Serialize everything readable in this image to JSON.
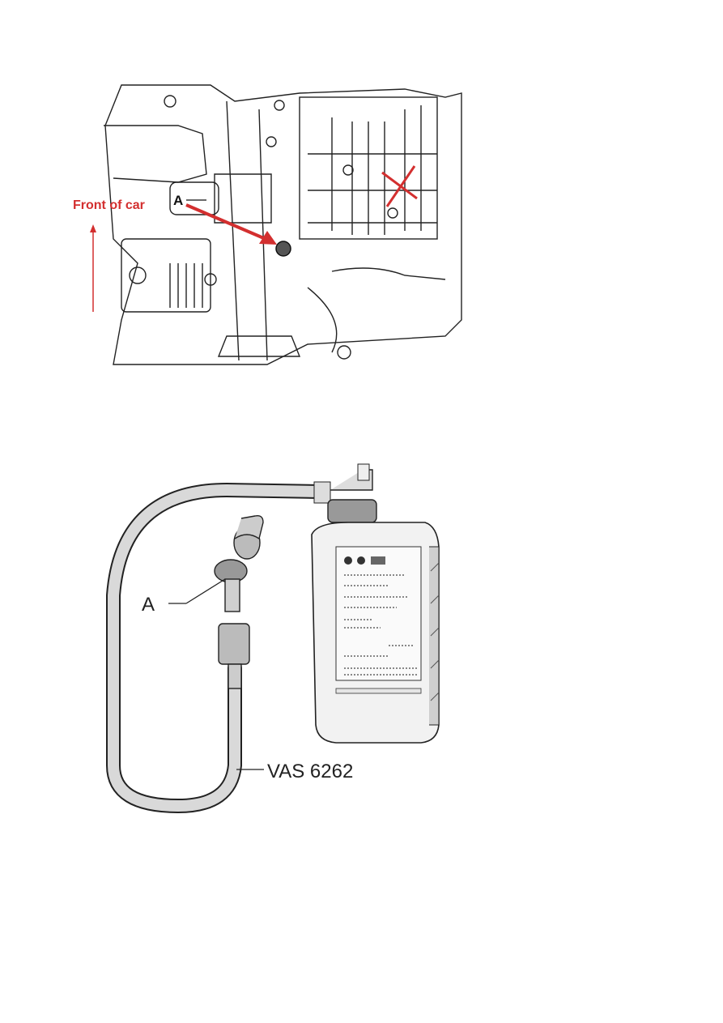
{
  "figure1": {
    "front_label": "Front of car",
    "callout": "A",
    "accent_color": "#d32f2f"
  },
  "figure2": {
    "callout": "A",
    "tool_label": "VAS 6262"
  }
}
